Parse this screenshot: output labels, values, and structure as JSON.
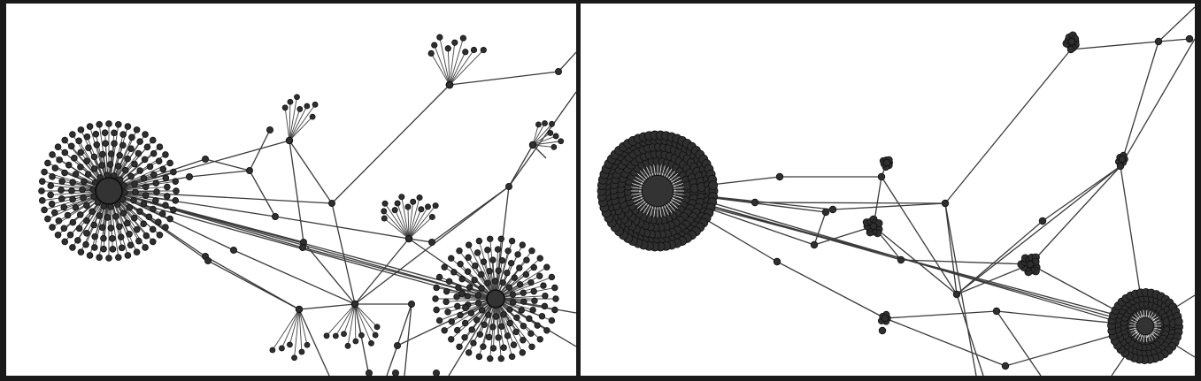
{
  "figure": {
    "panels": [
      {
        "id": "left",
        "layout": "expanded-fan"
      },
      {
        "id": "right",
        "layout": "compact-cluster"
      }
    ],
    "colors": {
      "background": "#ffffff",
      "border": "#1a1a1a",
      "node": "#2f2f2f",
      "edge": "#3a3a3a"
    }
  }
}
